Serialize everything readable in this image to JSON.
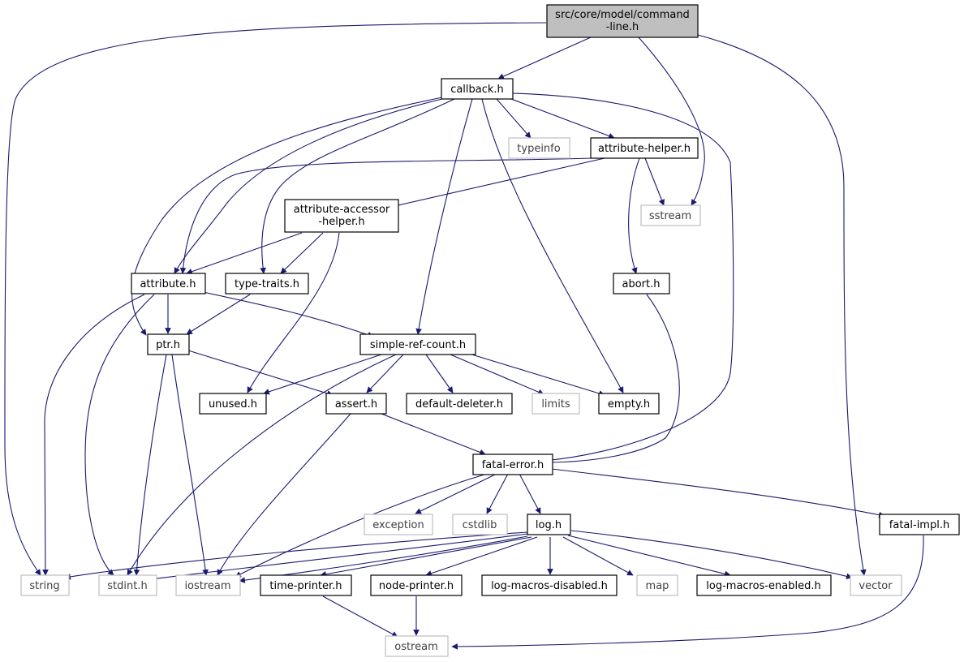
{
  "diagram": {
    "type": "include-dependency-graph",
    "colors": {
      "edge": "#191970",
      "root_fill": "#bfbfbf",
      "project_border": "#000000",
      "external_border": "#bfbfbf",
      "background": "#ffffff"
    },
    "nodes": {
      "command_line": {
        "lines": [
          "src/core/model/command",
          "-line.h"
        ],
        "kind": "root"
      },
      "callback": {
        "lines": [
          "callback.h"
        ],
        "kind": "project"
      },
      "typeinfo": {
        "lines": [
          "typeinfo"
        ],
        "kind": "external"
      },
      "attribute_helper": {
        "lines": [
          "attribute-helper.h"
        ],
        "kind": "project"
      },
      "sstream": {
        "lines": [
          "sstream"
        ],
        "kind": "external"
      },
      "attribute_accessor_helper": {
        "lines": [
          "attribute-accessor",
          "-helper.h"
        ],
        "kind": "project"
      },
      "attribute": {
        "lines": [
          "attribute.h"
        ],
        "kind": "project"
      },
      "type_traits": {
        "lines": [
          "type-traits.h"
        ],
        "kind": "project"
      },
      "abort": {
        "lines": [
          "abort.h"
        ],
        "kind": "project"
      },
      "ptr": {
        "lines": [
          "ptr.h"
        ],
        "kind": "project"
      },
      "simple_ref_count": {
        "lines": [
          "simple-ref-count.h"
        ],
        "kind": "project"
      },
      "unused": {
        "lines": [
          "unused.h"
        ],
        "kind": "project"
      },
      "assert": {
        "lines": [
          "assert.h"
        ],
        "kind": "project"
      },
      "default_deleter": {
        "lines": [
          "default-deleter.h"
        ],
        "kind": "project"
      },
      "limits": {
        "lines": [
          "limits"
        ],
        "kind": "external"
      },
      "empty": {
        "lines": [
          "empty.h"
        ],
        "kind": "project"
      },
      "fatal_error": {
        "lines": [
          "fatal-error.h"
        ],
        "kind": "project"
      },
      "exception": {
        "lines": [
          "exception"
        ],
        "kind": "external"
      },
      "cstdlib": {
        "lines": [
          "cstdlib"
        ],
        "kind": "external"
      },
      "log": {
        "lines": [
          "log.h"
        ],
        "kind": "project"
      },
      "fatal_impl": {
        "lines": [
          "fatal-impl.h"
        ],
        "kind": "project"
      },
      "string": {
        "lines": [
          "string"
        ],
        "kind": "external"
      },
      "stdint": {
        "lines": [
          "stdint.h"
        ],
        "kind": "external"
      },
      "iostream": {
        "lines": [
          "iostream"
        ],
        "kind": "external"
      },
      "time_printer": {
        "lines": [
          "time-printer.h"
        ],
        "kind": "project"
      },
      "node_printer": {
        "lines": [
          "node-printer.h"
        ],
        "kind": "project"
      },
      "log_macros_disabled": {
        "lines": [
          "log-macros-disabled.h"
        ],
        "kind": "project"
      },
      "map": {
        "lines": [
          "map"
        ],
        "kind": "external"
      },
      "log_macros_enabled": {
        "lines": [
          "log-macros-enabled.h"
        ],
        "kind": "project"
      },
      "vector": {
        "lines": [
          "vector"
        ],
        "kind": "external"
      },
      "ostream": {
        "lines": [
          "ostream"
        ],
        "kind": "external"
      }
    },
    "edges": [
      [
        "command_line",
        "callback"
      ],
      [
        "command_line",
        "string"
      ],
      [
        "command_line",
        "sstream"
      ],
      [
        "command_line",
        "vector"
      ],
      [
        "callback",
        "ptr"
      ],
      [
        "callback",
        "attribute"
      ],
      [
        "callback",
        "type_traits"
      ],
      [
        "callback",
        "simple_ref_count"
      ],
      [
        "callback",
        "typeinfo"
      ],
      [
        "callback",
        "attribute_helper"
      ],
      [
        "callback",
        "empty"
      ],
      [
        "callback",
        "fatal_error"
      ],
      [
        "attribute_helper",
        "attribute_accessor_helper"
      ],
      [
        "attribute_helper",
        "attribute"
      ],
      [
        "attribute_helper",
        "sstream"
      ],
      [
        "attribute_helper",
        "abort"
      ],
      [
        "attribute_accessor_helper",
        "attribute"
      ],
      [
        "attribute_accessor_helper",
        "type_traits"
      ],
      [
        "attribute_accessor_helper",
        "unused"
      ],
      [
        "attribute",
        "ptr"
      ],
      [
        "attribute",
        "simple_ref_count"
      ],
      [
        "attribute",
        "string"
      ],
      [
        "attribute",
        "stdint"
      ],
      [
        "type_traits",
        "ptr"
      ],
      [
        "abort",
        "fatal_error"
      ],
      [
        "ptr",
        "assert"
      ],
      [
        "ptr",
        "stdint"
      ],
      [
        "ptr",
        "iostream"
      ],
      [
        "simple_ref_count",
        "unused"
      ],
      [
        "simple_ref_count",
        "assert"
      ],
      [
        "simple_ref_count",
        "default_deleter"
      ],
      [
        "simple_ref_count",
        "limits"
      ],
      [
        "simple_ref_count",
        "empty"
      ],
      [
        "simple_ref_count",
        "stdint"
      ],
      [
        "assert",
        "fatal_error"
      ],
      [
        "assert",
        "iostream"
      ],
      [
        "fatal_error",
        "exception"
      ],
      [
        "fatal_error",
        "cstdlib"
      ],
      [
        "fatal_error",
        "log"
      ],
      [
        "fatal_error",
        "fatal_impl"
      ],
      [
        "fatal_error",
        "iostream"
      ],
      [
        "log",
        "string"
      ],
      [
        "log",
        "stdint"
      ],
      [
        "log",
        "iostream"
      ],
      [
        "log",
        "time_printer"
      ],
      [
        "log",
        "node_printer"
      ],
      [
        "log",
        "log_macros_disabled"
      ],
      [
        "log",
        "map"
      ],
      [
        "log",
        "log_macros_enabled"
      ],
      [
        "log",
        "vector"
      ],
      [
        "fatal_impl",
        "ostream"
      ],
      [
        "time_printer",
        "ostream"
      ],
      [
        "node_printer",
        "ostream"
      ]
    ]
  }
}
